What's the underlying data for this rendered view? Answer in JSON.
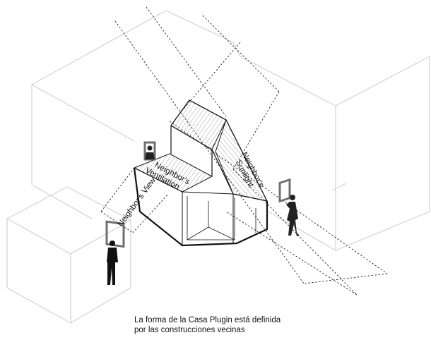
{
  "diagram": {
    "labels": {
      "view": "Neighbor's View",
      "ventilation_line1": "Neighbor's",
      "ventilation_line2": "Ventilation",
      "sunlight_line1": "Neighbor's",
      "sunlight_line2": "Sunlight"
    },
    "caption": {
      "line1": "La forma de la Casa Plugin está definida",
      "line2": "por las construcciones vecinas"
    },
    "colors": {
      "outline": "#111111",
      "context": "#bdbdbd",
      "hatch": "#7a7a7a",
      "figure": "#111111",
      "frame": "#6f6f6f"
    }
  }
}
